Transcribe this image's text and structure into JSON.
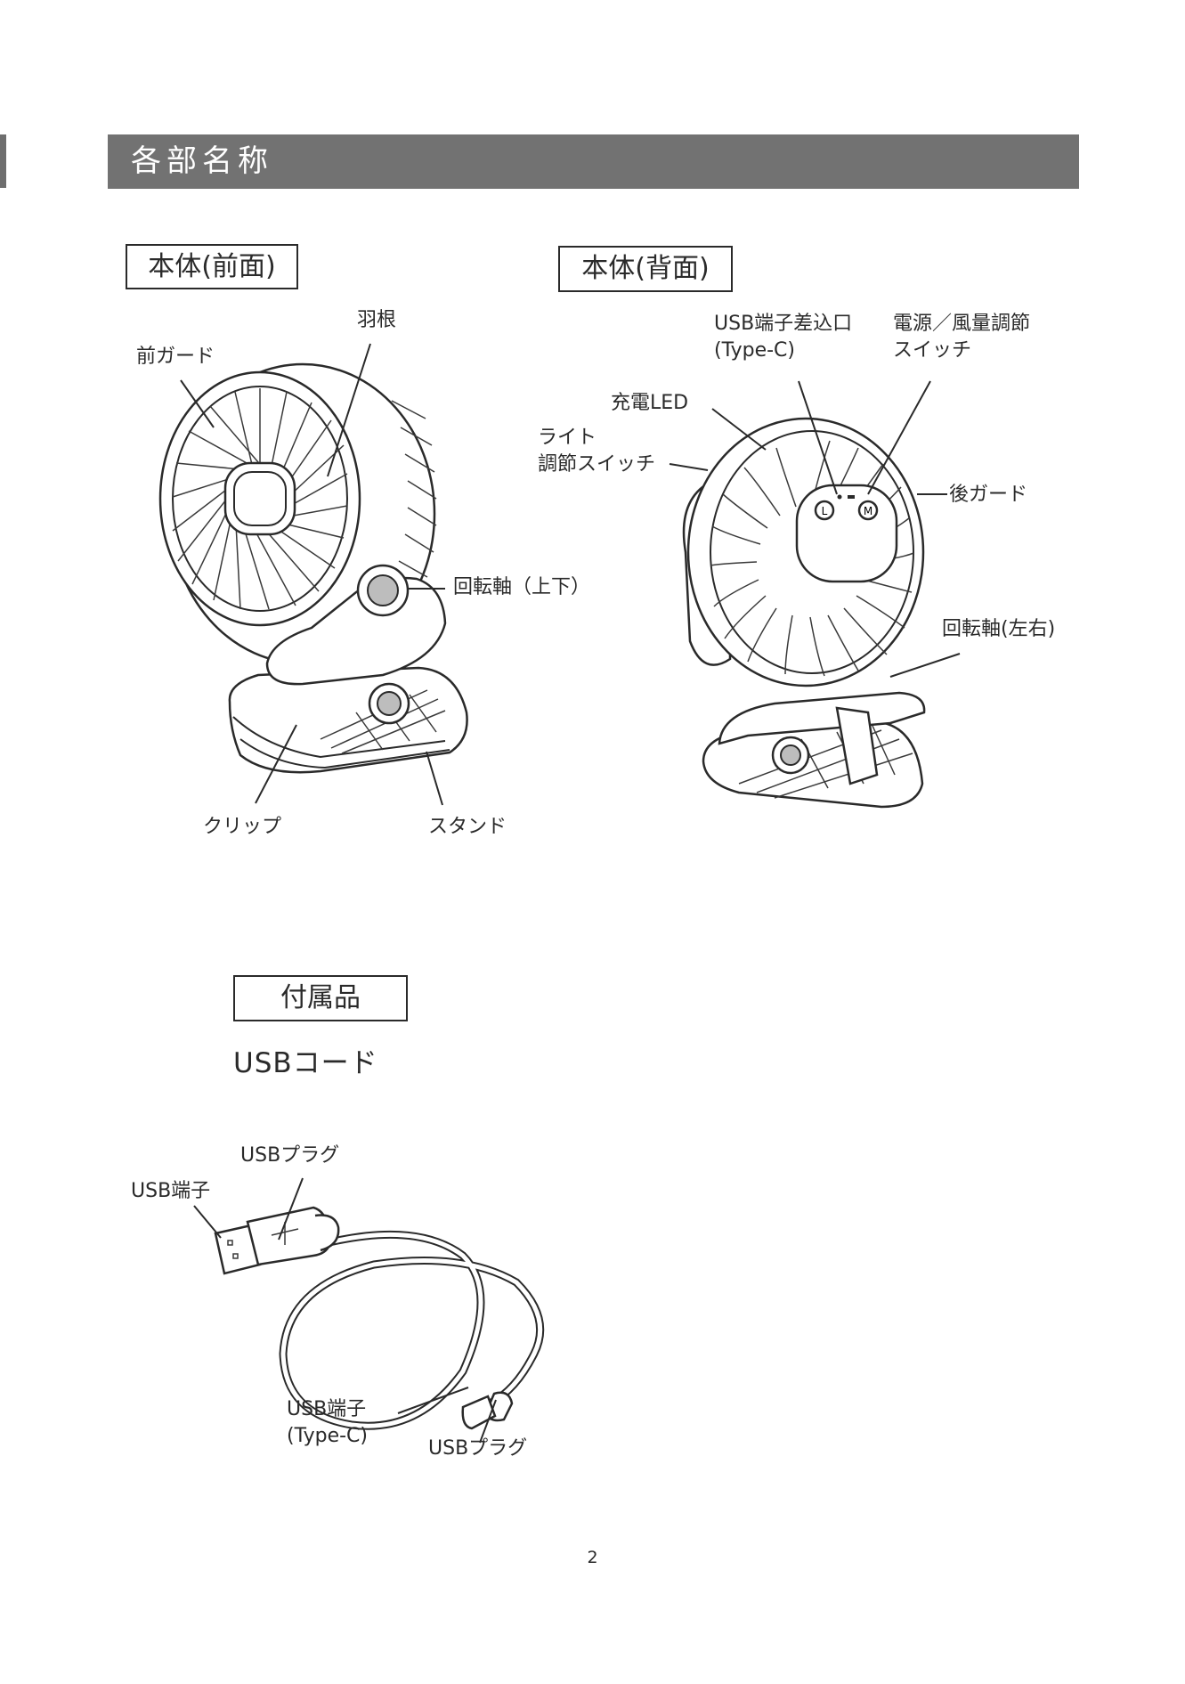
{
  "header": {
    "title": "各部名称"
  },
  "front": {
    "box_label": "本体(前面)",
    "labels": {
      "blade": "羽根",
      "front_guard": "前ガード",
      "tilt_axis": "回転軸（上下）",
      "clip": "クリップ",
      "stand": "スタンド"
    }
  },
  "back": {
    "box_label": "本体(背面)",
    "labels": {
      "usb_port": "USB端子差込口\n(Type-C)",
      "power_switch": "電源／風量調節\nスイッチ",
      "charge_led": "充電LED",
      "light_switch": "ライト\n調節スイッチ",
      "rear_guard": "後ガード",
      "swivel_axis": "回転軸(左右)",
      "button_l": "L",
      "button_m": "M"
    }
  },
  "accessories": {
    "box_label": "付属品",
    "item_title": "USBコード",
    "labels": {
      "usb_plug_top": "USBプラグ",
      "usb_terminal_top": "USB端子",
      "usb_terminal_typec": "USB端子\n(Type-C)",
      "usb_plug_bottom": "USBプラグ"
    }
  },
  "page_number": "2"
}
